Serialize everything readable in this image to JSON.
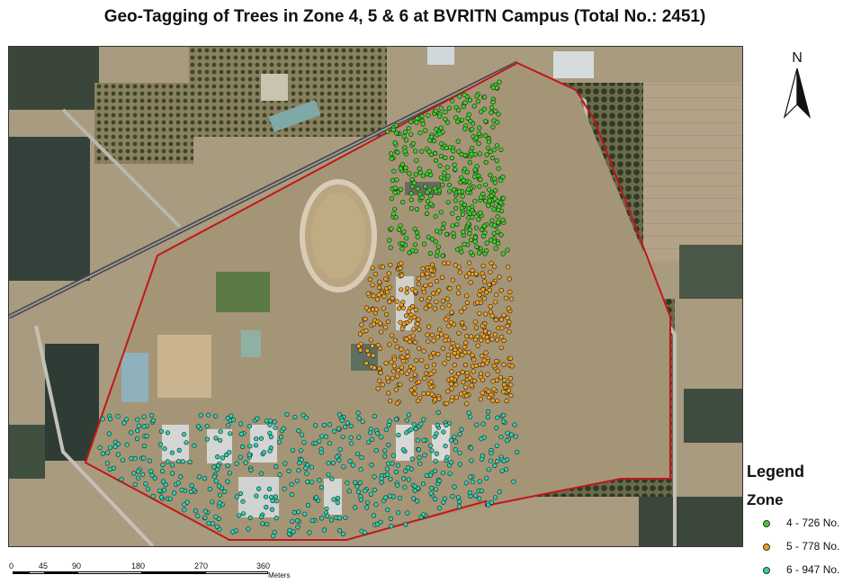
{
  "title": "Geo-Tagging of Trees in Zone 4, 5 & 6 at BVRITN Campus (Total No.: 2451)",
  "north_arrow": {
    "letter": "N",
    "icon": "north-arrow-icon"
  },
  "legend": {
    "title": "Legend",
    "subtitle": "Zone",
    "items": [
      {
        "label": "4 - 726 No.",
        "color": "#3fcf2a"
      },
      {
        "label": "5 - 778 No.",
        "color": "#f0a020"
      },
      {
        "label": "6 - 947 No.",
        "color": "#2fd0b0"
      }
    ]
  },
  "scale_bar": {
    "ticks": [
      "0",
      "45",
      "90",
      "180",
      "270",
      "360"
    ],
    "unit": "Meters"
  },
  "map": {
    "type": "satellite imagery with campus boundary",
    "boundary_color": "#c01818"
  }
}
